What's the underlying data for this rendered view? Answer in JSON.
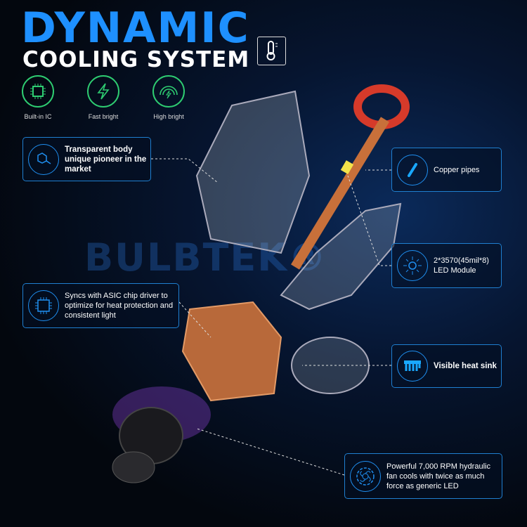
{
  "title": {
    "line1": "DYNAMIC",
    "line2": "COOLING SYSTEM"
  },
  "features": [
    {
      "label": "Built-in IC",
      "icon": "chip-icon"
    },
    {
      "label": "Fast bright",
      "icon": "lightning-icon"
    },
    {
      "label": "High bright",
      "icon": "signal-lightning-icon"
    }
  ],
  "callouts": {
    "transparent": "Transparent body unique pioneer in the market",
    "copper": "Copper pipes",
    "led_line1": "2*3570(45mil*8)",
    "led_line2": "LED Module",
    "asic": "Syncs with ASIC chip driver to optimize for heat protection and consistent light",
    "heatsink": "Visible heat sink",
    "fan": "Powerful 7,000 RPM hydraulic fan cools with twice as much force as generic LED"
  },
  "watermark": "BULBTEK®",
  "colors": {
    "accent": "#1e90ff",
    "green": "#2ecc71",
    "copper": "#c8703a"
  }
}
